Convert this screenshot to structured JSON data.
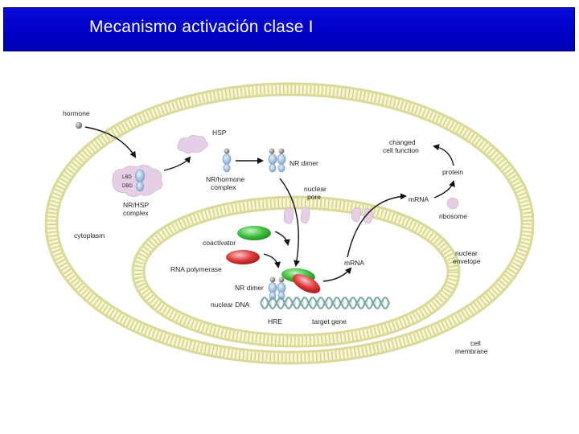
{
  "title": "Mecanismo activación clase I",
  "labels": {
    "hormone": "hormone",
    "hsp": "HSP",
    "lbd": "LBD",
    "dbd": "DBD",
    "nr_hsp_complex_1": "NR/HSP",
    "nr_hsp_complex_2": "complex",
    "nr_hormone_complex_1": "NR/hormone",
    "nr_hormone_complex_2": "complex",
    "nr_dimer_top": "NR dimer",
    "nuclear_pore_1": "nuclear",
    "nuclear_pore_2": "pore",
    "changed_cell_function_1": "changed",
    "changed_cell_function_2": "cell function",
    "protein": "protein",
    "mrna_cytoplasm": "mRNA",
    "ribosome": "ribosome",
    "cytoplasm": "cytoplasm",
    "coactivator": "coactivator",
    "rna_polymerase": "RNA polymerase",
    "nr_dimer_nucleus": "NR dimer",
    "nuclear_dna": "nuclear DNA",
    "hre": "HRE",
    "target_gene": "target gene",
    "mrna_nucleus": "mRNA",
    "nuclear_envelope_1": "nuclear",
    "nuclear_envelope_2": "envelope",
    "cell_membrane_1": "cell",
    "cell_membrane_2": "membrane"
  },
  "colors": {
    "title_bar": "#0000c8",
    "membrane": "#efefc0",
    "membrane_stroke": "#d6d690",
    "hsp": "#e6cfe6",
    "receptor": "#9fc0df",
    "coactivator": "#3fbf3f",
    "polymerase": "#e03a3a",
    "dna": "#7aa6a6",
    "hormone": "#8a8a8a"
  }
}
